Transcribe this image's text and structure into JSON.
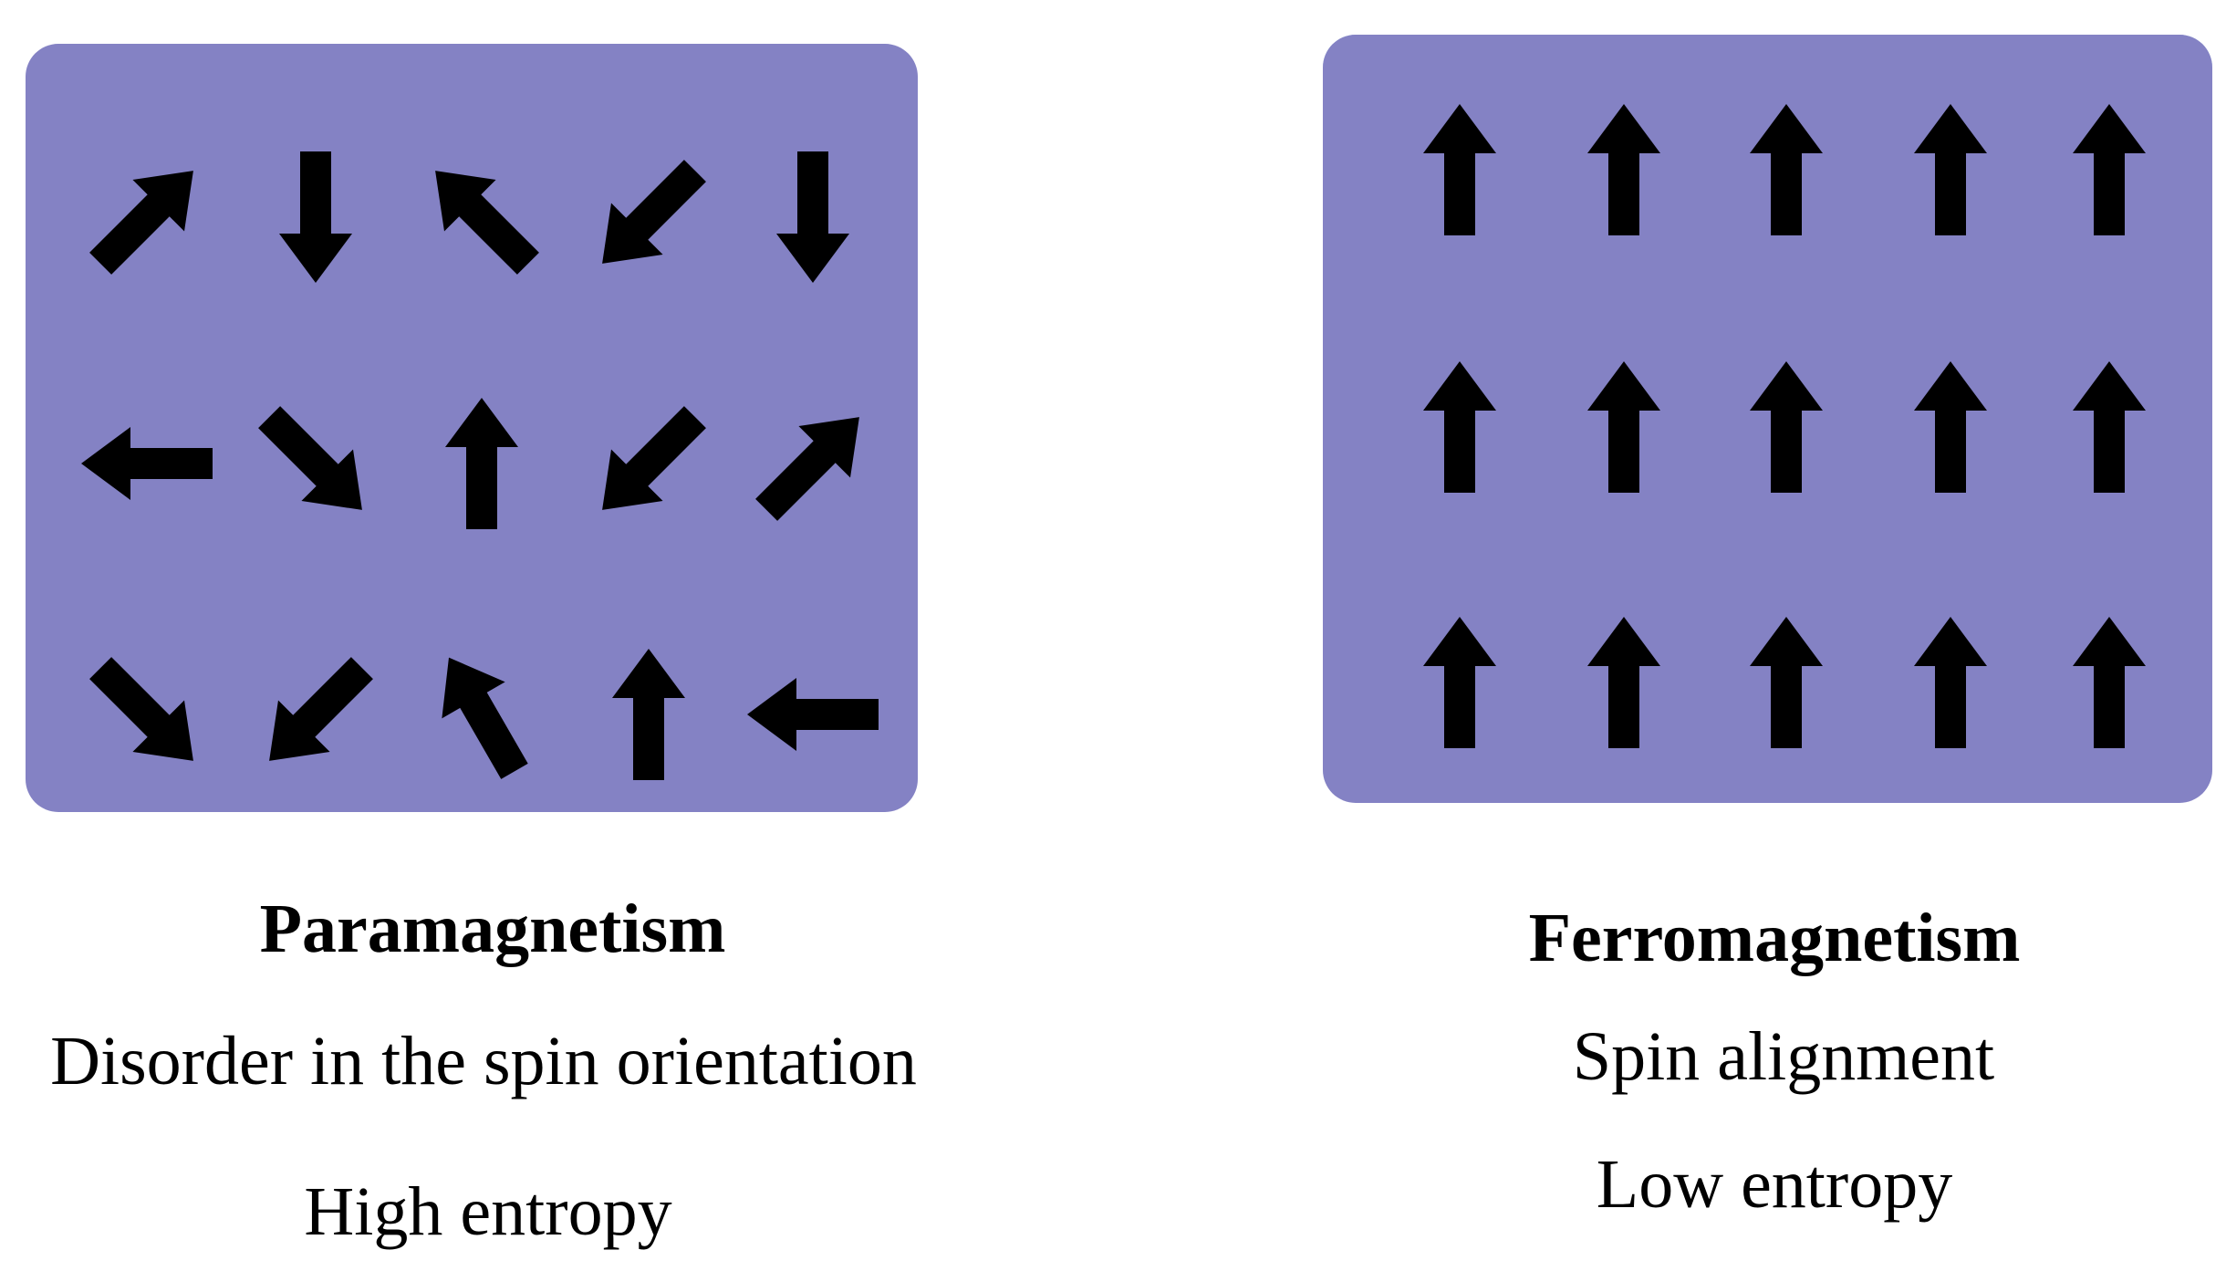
{
  "colors": {
    "panel_fill": "#8482c4",
    "arrow_fill": "#000000",
    "background": "#ffffff"
  },
  "paramagnetism": {
    "title": "Paramagnetism",
    "description": "Disorder in the spin orientation",
    "entropy": "High entropy",
    "spin_directions_deg": [
      [
        45,
        180,
        -45,
        -135,
        180
      ],
      [
        -90,
        135,
        0,
        -135,
        45
      ],
      [
        135,
        -135,
        -30,
        0,
        -90
      ]
    ]
  },
  "ferromagnetism": {
    "title": "Ferromagnetism",
    "description": "Spin alignment",
    "entropy": "Low entropy",
    "spin_directions_deg": [
      [
        0,
        0,
        0,
        0,
        0
      ],
      [
        0,
        0,
        0,
        0,
        0
      ],
      [
        0,
        0,
        0,
        0,
        0
      ]
    ]
  }
}
